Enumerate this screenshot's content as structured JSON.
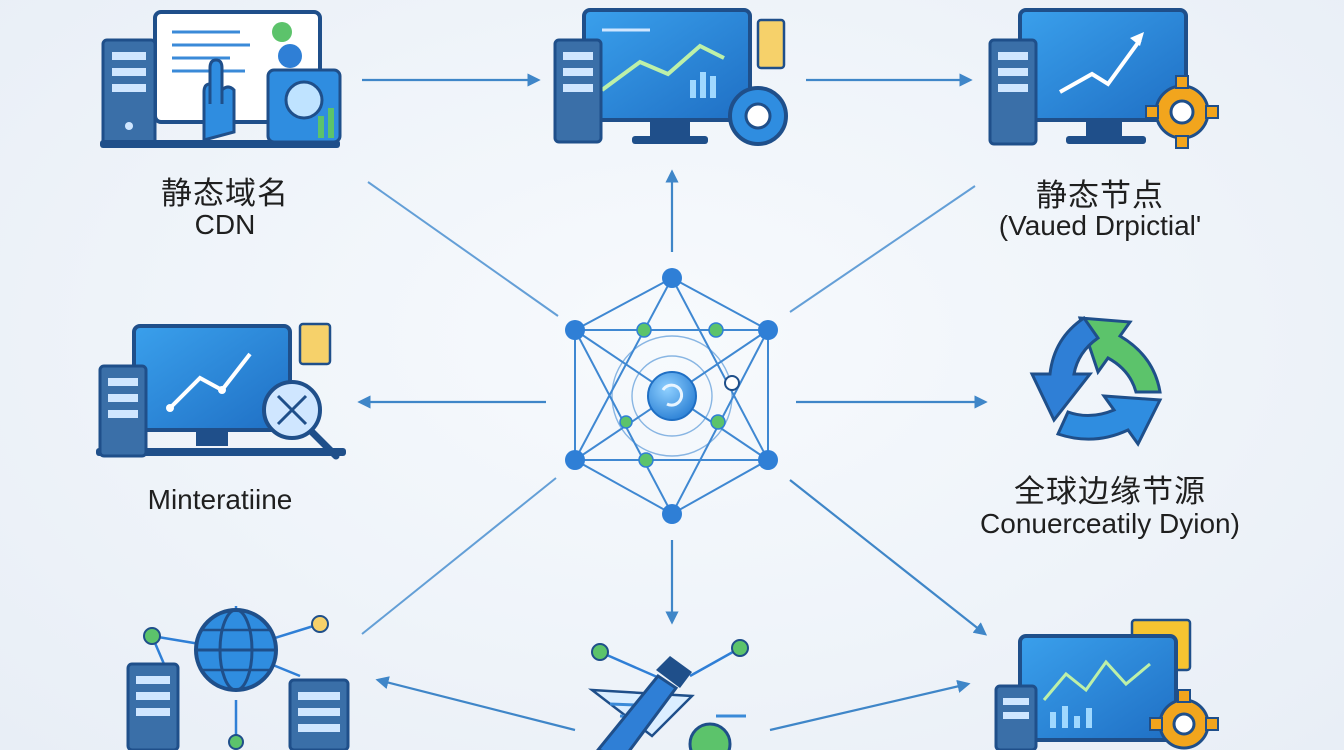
{
  "nodes": {
    "top_left": {
      "title": "静态域名",
      "subtitle": "CDN"
    },
    "top_right": {
      "title": "静态节点",
      "subtitle": "(Vaued Drpictial'"
    },
    "mid_left": {
      "subtitle": "Minteratiine"
    },
    "mid_right": {
      "title": "全球边缘节源",
      "subtitle": "Conuercеatily Dyion)"
    }
  },
  "colors": {
    "arrow": "#3f86c8",
    "line": "#4a8fd0",
    "node_blue": "#2f7fd6",
    "node_green": "#5cc36b",
    "monitor_dark": "#1f4f8a",
    "screen": "#2f8de0",
    "tower": "#3a6fa8",
    "gear": "#f2a51d"
  },
  "icons": [
    "workstation-hand-icon",
    "analytics-monitor-icon",
    "monitor-gear-icon",
    "monitor-search-icon",
    "recycle-icon",
    "network-globe-icon",
    "pen-tool-icon",
    "dashboard-gear-icon",
    "network-hub-icon"
  ]
}
